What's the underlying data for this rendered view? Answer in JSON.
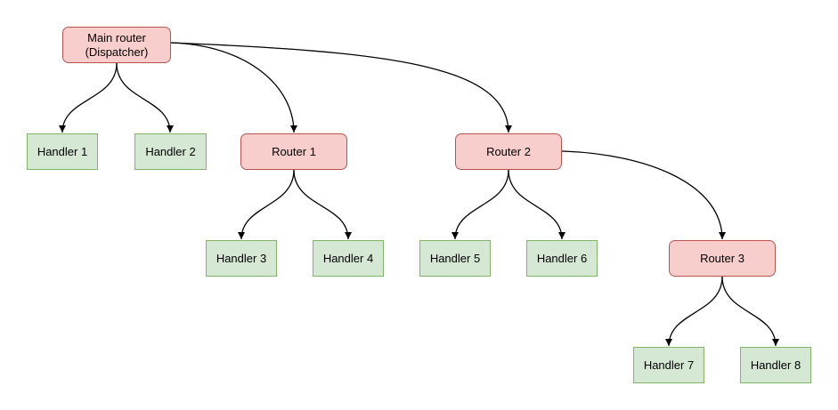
{
  "diagram": {
    "type": "tree",
    "nodes": {
      "main_router": {
        "label": "Main router\n(Dispatcher)",
        "type": "router"
      },
      "router_1": {
        "label": "Router 1",
        "type": "router"
      },
      "router_2": {
        "label": "Router 2",
        "type": "router"
      },
      "router_3": {
        "label": "Router 3",
        "type": "router"
      },
      "handler_1": {
        "label": "Handler 1",
        "type": "handler"
      },
      "handler_2": {
        "label": "Handler 2",
        "type": "handler"
      },
      "handler_3": {
        "label": "Handler 3",
        "type": "handler"
      },
      "handler_4": {
        "label": "Handler 4",
        "type": "handler"
      },
      "handler_5": {
        "label": "Handler 5",
        "type": "handler"
      },
      "handler_6": {
        "label": "Handler 6",
        "type": "handler"
      },
      "handler_7": {
        "label": "Handler 7",
        "type": "handler"
      },
      "handler_8": {
        "label": "Handler 8",
        "type": "handler"
      }
    },
    "edges": [
      {
        "from": "main_router",
        "to": "handler_1"
      },
      {
        "from": "main_router",
        "to": "handler_2"
      },
      {
        "from": "main_router",
        "to": "router_1"
      },
      {
        "from": "main_router",
        "to": "router_2"
      },
      {
        "from": "router_1",
        "to": "handler_3"
      },
      {
        "from": "router_1",
        "to": "handler_4"
      },
      {
        "from": "router_2",
        "to": "handler_5"
      },
      {
        "from": "router_2",
        "to": "handler_6"
      },
      {
        "from": "router_2",
        "to": "router_3"
      },
      {
        "from": "router_3",
        "to": "handler_7"
      },
      {
        "from": "router_3",
        "to": "handler_8"
      }
    ],
    "colors": {
      "router_fill": "#f8cecc",
      "router_border": "#b85450",
      "handler_fill": "#d5e8d4",
      "handler_border": "#82b366",
      "edge": "#000000",
      "text": "#000000",
      "background": "#ffffff"
    }
  }
}
